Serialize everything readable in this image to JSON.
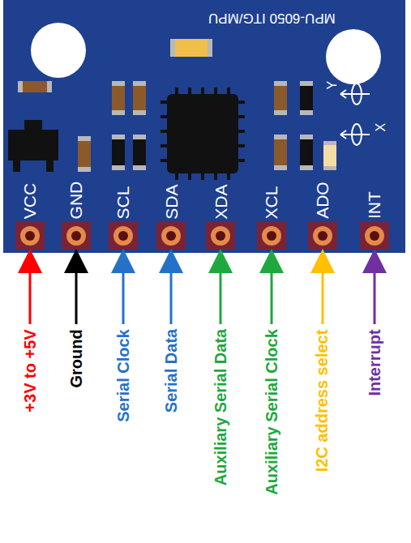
{
  "diagram": {
    "labels": [
      "MPU-6050 ITG/MPU",
      "VCC",
      "GND",
      "SCL",
      "SDA",
      "XDA",
      "XCL",
      "ADO",
      "INT",
      "Y",
      "X",
      "+3V to +5V",
      "Ground",
      "Serial Clock",
      "Serial Data",
      "Auxiliary Serial Data",
      "Auxiliary Serial Clock",
      "I2C address select",
      "Interrupt"
    ]
  }
}
